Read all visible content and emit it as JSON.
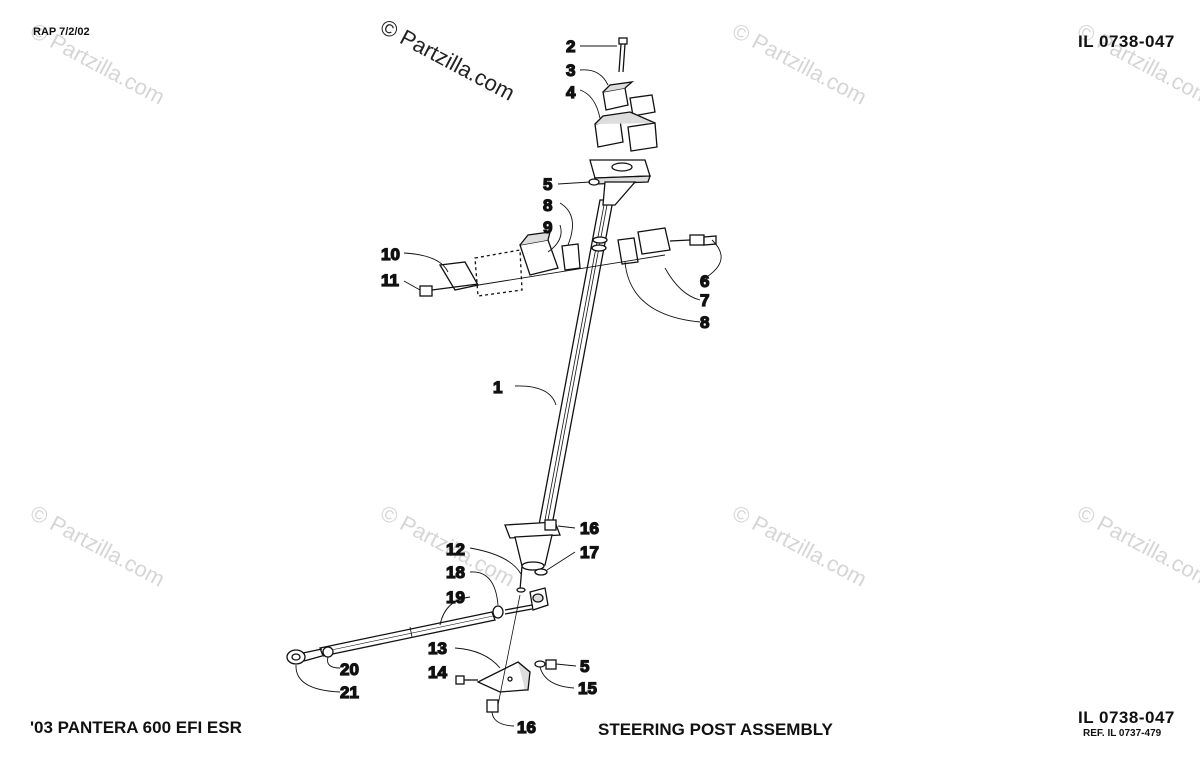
{
  "header": {
    "left": "RAP 7/2/02",
    "right": "IL 0738-047"
  },
  "footer": {
    "model": "'03 PANTERA 600 EFI ESR",
    "title": "STEERING POST ASSEMBLY",
    "code": "IL 0738-047",
    "ref": "REF. IL 0737-479"
  },
  "watermark": {
    "main": "© Partzilla.com",
    "faint": "© Partzilla.com"
  },
  "callouts": [
    "2",
    "3",
    "4",
    "5",
    "8",
    "9",
    "10",
    "11",
    "6",
    "7",
    "8",
    "1",
    "16",
    "12",
    "17",
    "18",
    "19",
    "13",
    "5",
    "14",
    "15",
    "20",
    "21",
    "16"
  ]
}
